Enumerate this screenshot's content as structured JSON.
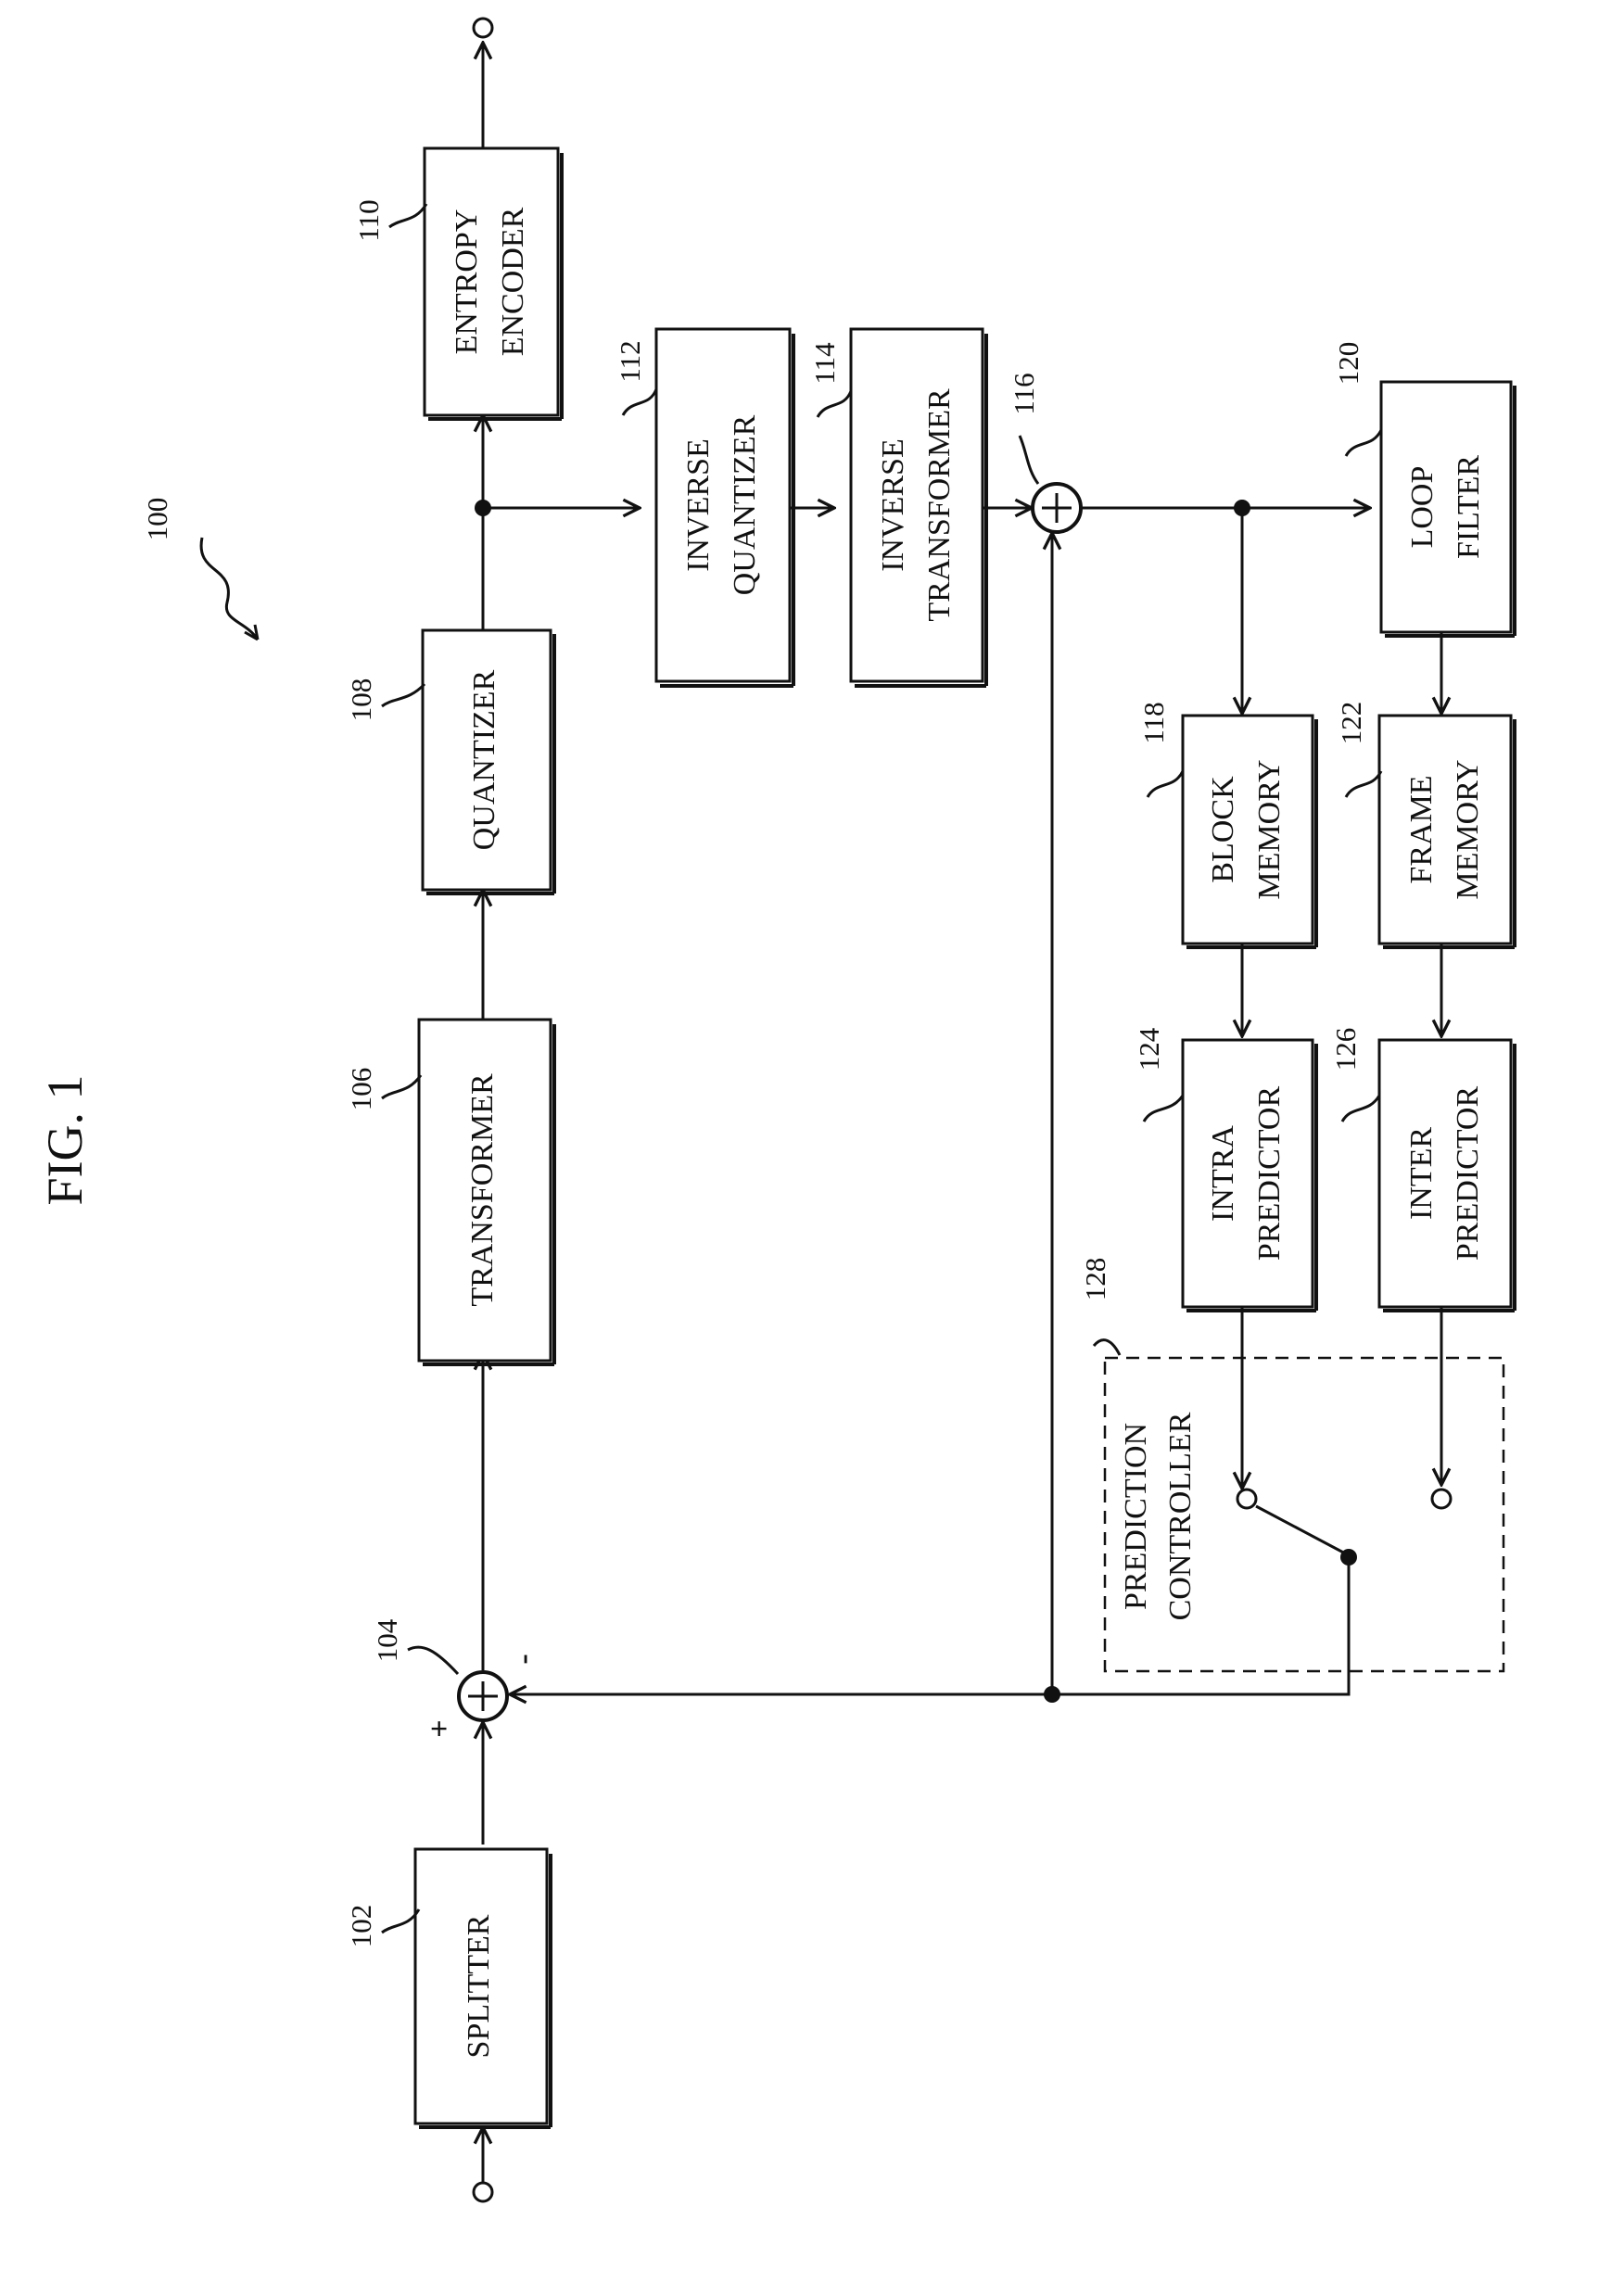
{
  "figure": {
    "title": "FIG. 1",
    "ref": "100"
  },
  "blocks": {
    "splitter": {
      "ref": "102",
      "label": [
        "SPLITTER"
      ]
    },
    "transformer": {
      "ref": "106",
      "label": [
        "TRANSFORMER"
      ]
    },
    "quantizer": {
      "ref": "108",
      "label": [
        "QUANTIZER"
      ]
    },
    "entropy_encoder": {
      "ref": "110",
      "label": [
        "ENTROPY",
        "ENCODER"
      ]
    },
    "inverse_quantizer": {
      "ref": "112",
      "label": [
        "INVERSE",
        "QUANTIZER"
      ]
    },
    "inverse_transformer": {
      "ref": "114",
      "label": [
        "INVERSE",
        "TRANSFORMER"
      ]
    },
    "block_memory": {
      "ref": "118",
      "label": [
        "BLOCK",
        "MEMORY"
      ]
    },
    "loop_filter": {
      "ref": "120",
      "label": [
        "LOOP",
        "FILTER"
      ]
    },
    "frame_memory": {
      "ref": "122",
      "label": [
        "FRAME",
        "MEMORY"
      ]
    },
    "intra_predictor": {
      "ref": "124",
      "label": [
        "INTRA",
        "PREDICTOR"
      ]
    },
    "inter_predictor": {
      "ref": "126",
      "label": [
        "INTER",
        "PREDICTOR"
      ]
    },
    "prediction_controller": {
      "ref": "128",
      "label": [
        "PREDICTION",
        "CONTROLLER"
      ]
    }
  },
  "adders": {
    "subtractor": {
      "ref": "104",
      "plus": "+",
      "minus": "-"
    },
    "adder": {
      "ref": "116"
    }
  }
}
